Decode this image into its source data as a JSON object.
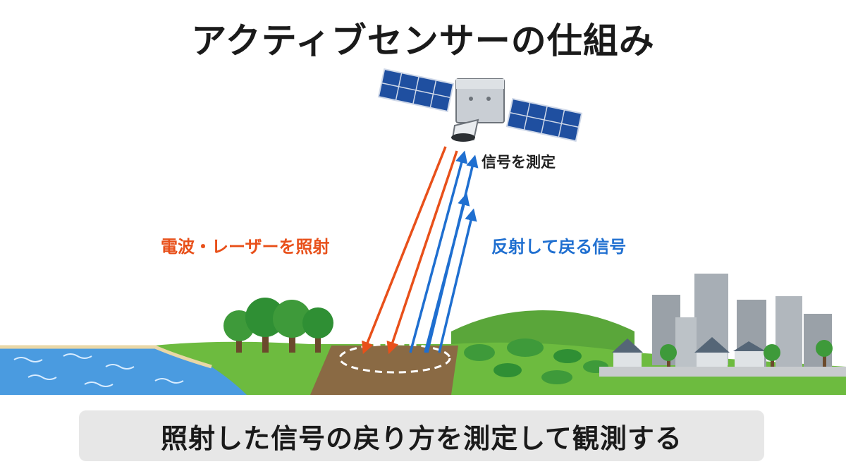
{
  "title": "アクティブセンサーの仕組み",
  "labels": {
    "measure": "信号を測定",
    "emit": "電波・レーザーを照射",
    "return": "反射して戻る信号"
  },
  "caption": "照射した信号の戻り方を測定して観測する",
  "colors": {
    "emit_arrow": "#e8501a",
    "return_arrow": "#1f6fd0",
    "sky": "#ffffff",
    "grass": "#6dbb3f",
    "hill": "#5aa63a",
    "water": "#4a9be0",
    "soil": "#8a6a44",
    "panel": "#1f4fa0",
    "building": "#9aa1a8"
  },
  "icons": [
    "satellite-icon",
    "tree-icon",
    "building-icon",
    "house-icon",
    "water-icon"
  ]
}
